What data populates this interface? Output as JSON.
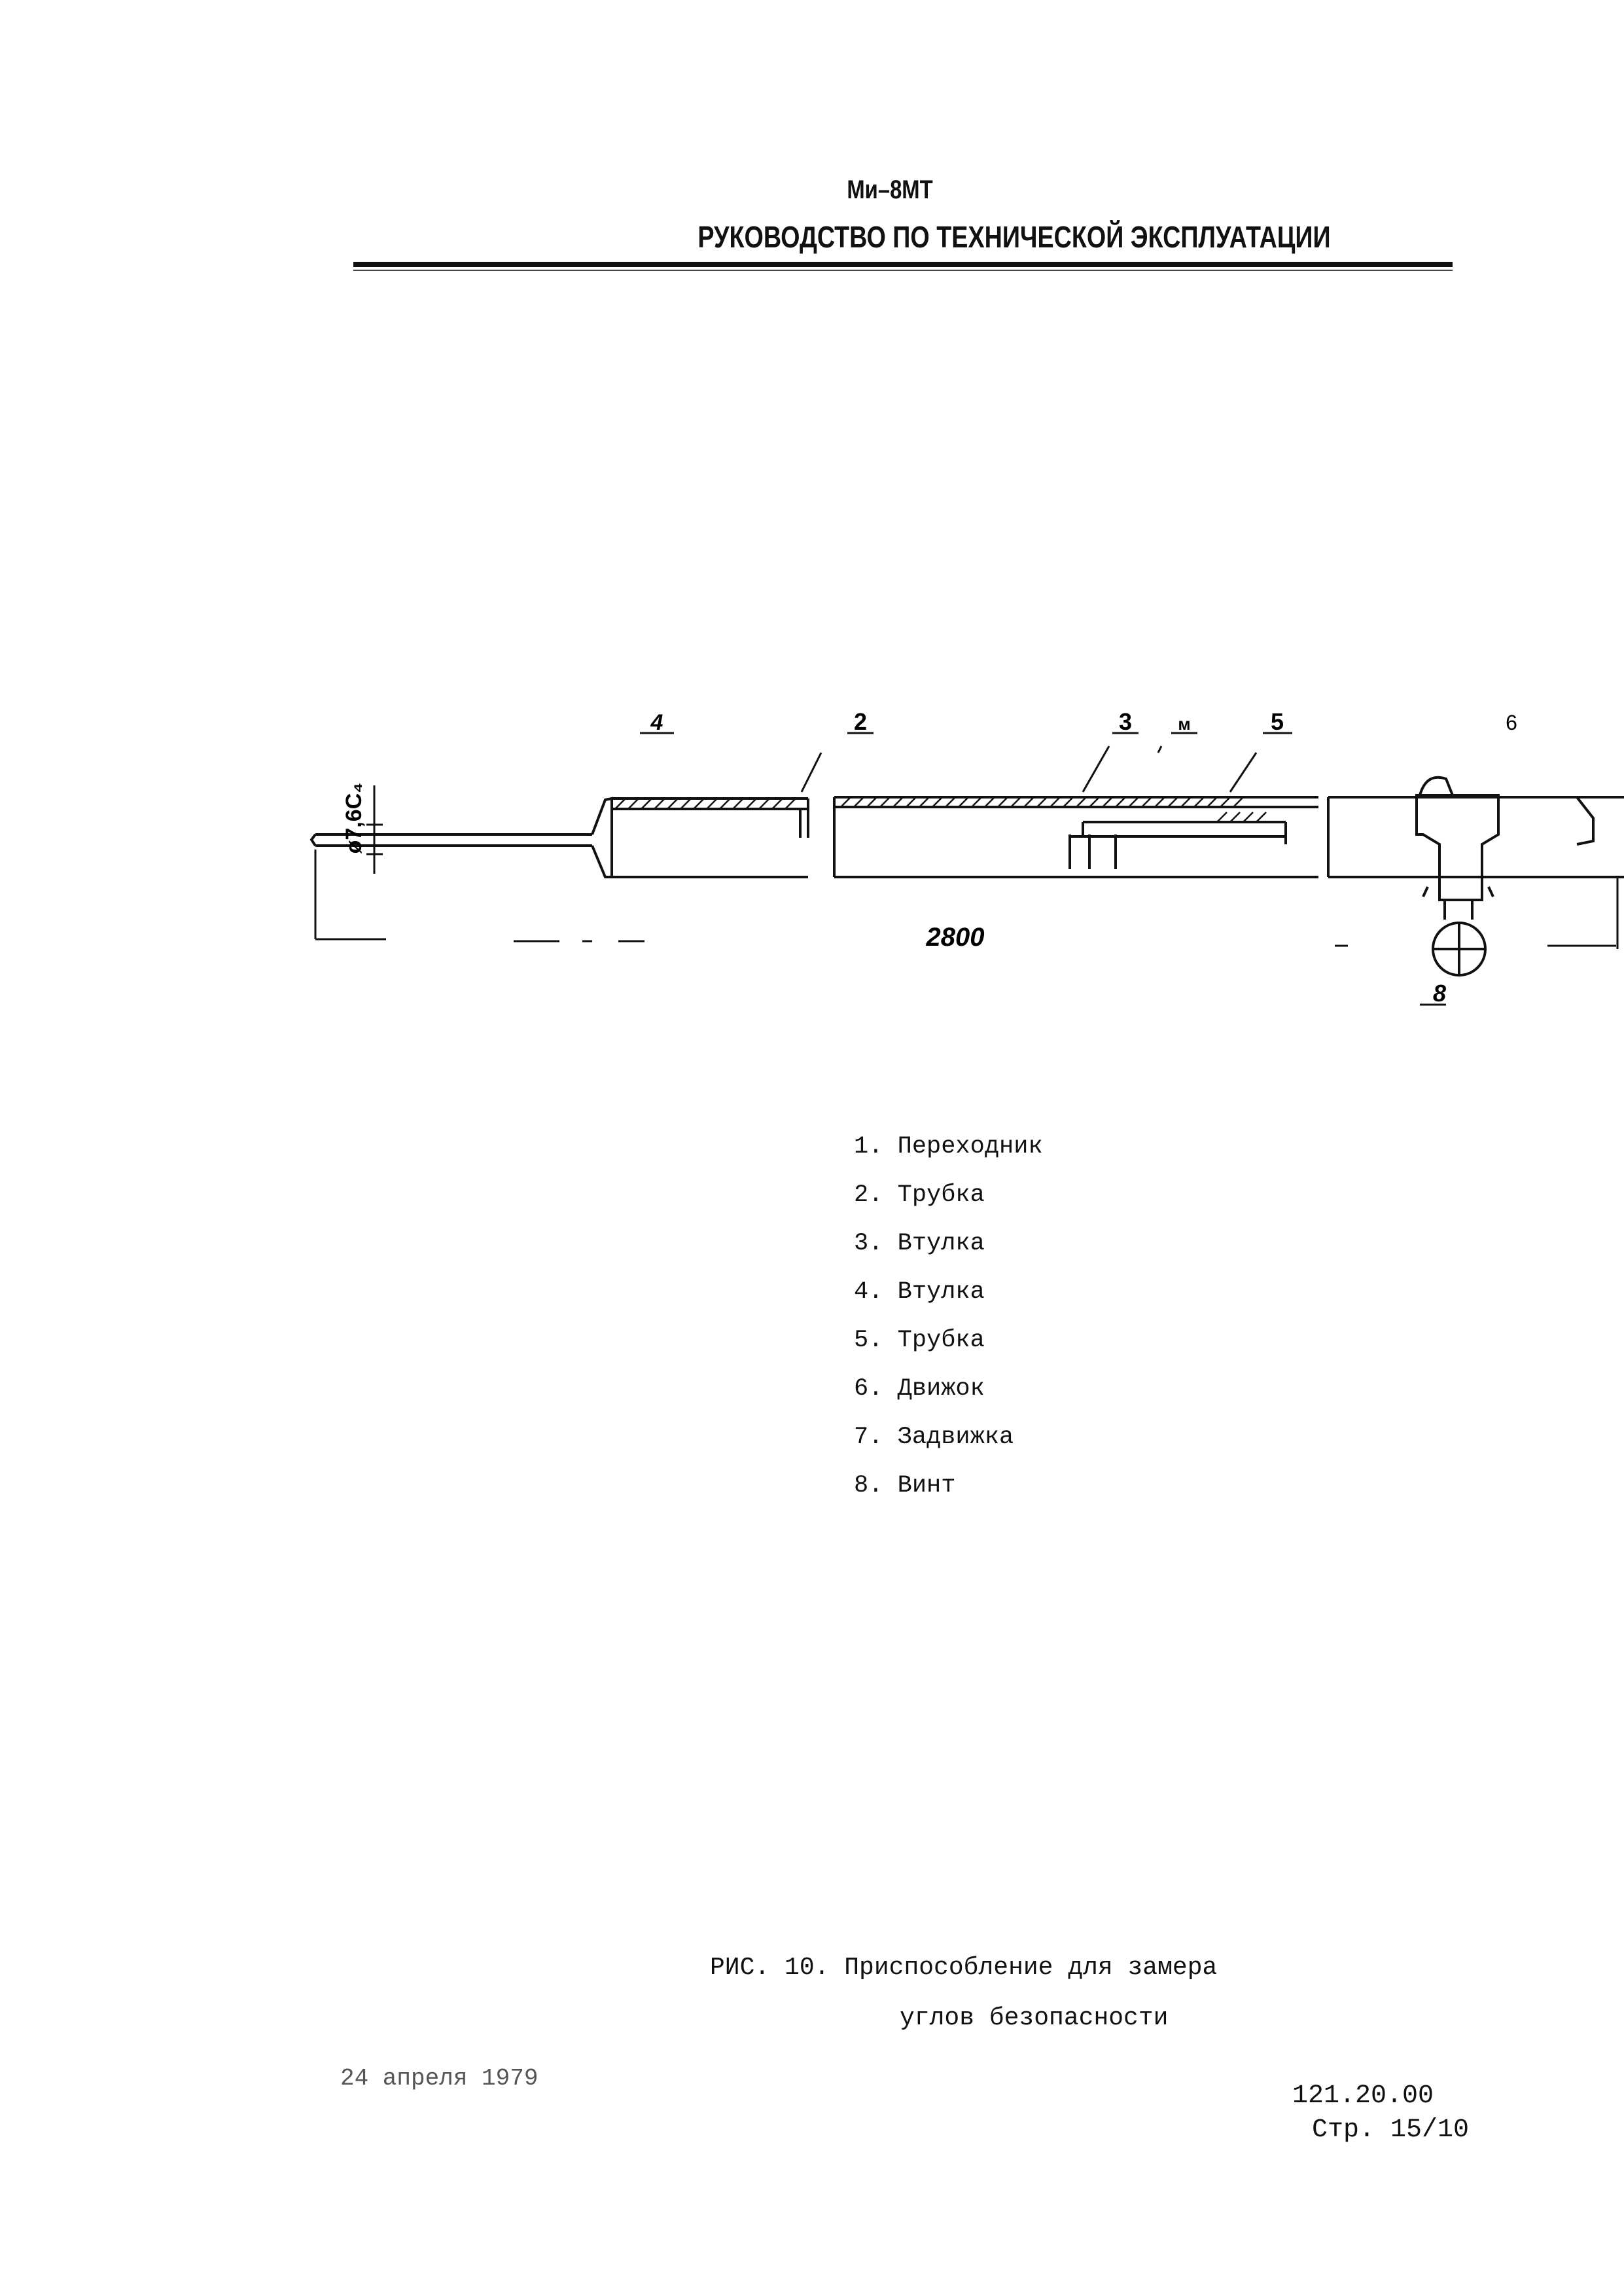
{
  "header": {
    "model": "Ми–8МТ",
    "title": "РУКОВОДСТВО ПО ТЕХНИЧЕСКОЙ ЭКСПЛУАТАЦИИ"
  },
  "drawing": {
    "diameter_label": "ø7,6С₄",
    "length_label": "2800",
    "callouts": [
      "4",
      "2",
      "3",
      "м",
      "5",
      "6",
      "8"
    ]
  },
  "legend": [
    "1. Переходник",
    "2. Трубка",
    "3. Втулка",
    "4. Втулка",
    "5. Трубка",
    "6. Движок",
    "7. Задвижка",
    "8. Винт"
  ],
  "caption": {
    "line1": "РИС. 10. Приспособление   для замера",
    "line2": "углов безопасности"
  },
  "footer": {
    "date": "24 апреля 1979",
    "doc_number": "121.20.00",
    "page": "Стр. 15/10"
  }
}
